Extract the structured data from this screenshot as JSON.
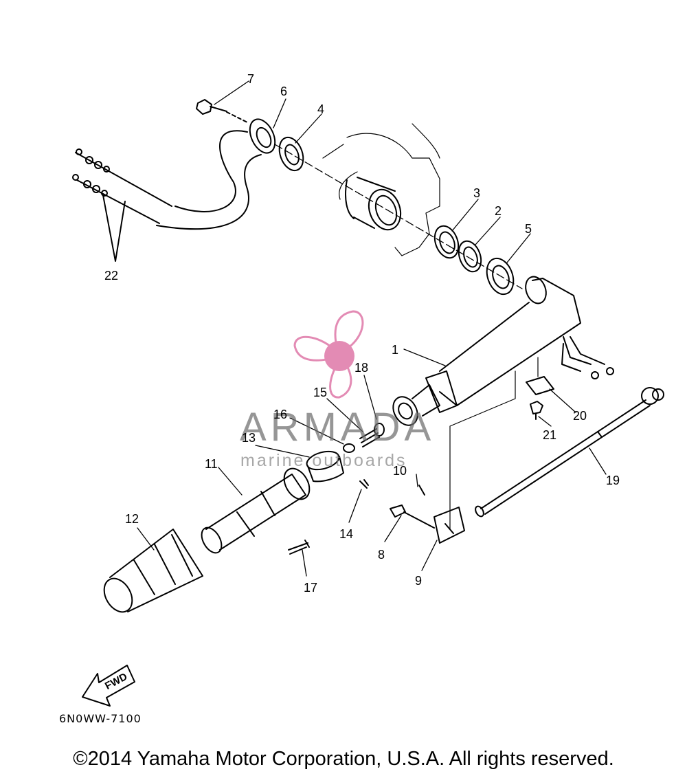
{
  "callouts": [
    {
      "id": "1",
      "text": "1"
    },
    {
      "id": "2",
      "text": "2"
    },
    {
      "id": "3",
      "text": "3"
    },
    {
      "id": "4",
      "text": "4"
    },
    {
      "id": "5",
      "text": "5"
    },
    {
      "id": "6",
      "text": "6"
    },
    {
      "id": "7",
      "text": "7"
    },
    {
      "id": "8",
      "text": "8"
    },
    {
      "id": "9",
      "text": "9"
    },
    {
      "id": "10",
      "text": "10"
    },
    {
      "id": "11",
      "text": "11"
    },
    {
      "id": "12",
      "text": "12"
    },
    {
      "id": "13",
      "text": "13"
    },
    {
      "id": "14",
      "text": "14"
    },
    {
      "id": "15",
      "text": "15"
    },
    {
      "id": "16",
      "text": "16"
    },
    {
      "id": "17",
      "text": "17"
    },
    {
      "id": "18",
      "text": "18"
    },
    {
      "id": "19",
      "text": "19"
    },
    {
      "id": "20",
      "text": "20"
    },
    {
      "id": "21",
      "text": "21"
    },
    {
      "id": "22",
      "text": "22"
    }
  ],
  "fwd_label": "FWD",
  "diagram_code": "6N0WW-7100",
  "copyright": "©2014 Yamaha Motor Corporation, U.S.A. All rights reserved.",
  "watermark": {
    "name": "ARMADA",
    "tagline": "marine outboards",
    "logo_color": "#e38bb4"
  }
}
